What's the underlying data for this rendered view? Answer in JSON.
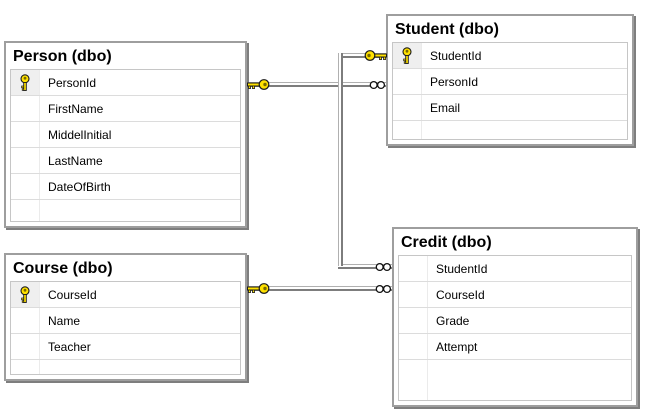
{
  "diagram": {
    "type": "database-er-diagram",
    "colors": {
      "table_border": "#9e9e9e",
      "table_shadow": "#7e7e7e",
      "grid_border": "#c6c6c6",
      "row_separator": "#dcdcdc",
      "key_fill": "#ffe100",
      "connector_dark": "#7d7d7d",
      "connector_light": "#b0b0b0",
      "background": "#ffffff"
    },
    "icons": {
      "primary_key": "key-icon",
      "one_end": "key-icon",
      "many_end": "infinity-icon"
    },
    "tables": [
      {
        "title": "Person (dbo)",
        "columns": [
          {
            "name": "PersonId",
            "pk": true
          },
          {
            "name": "FirstName",
            "pk": false
          },
          {
            "name": "MiddelInitial",
            "pk": false
          },
          {
            "name": "LastName",
            "pk": false
          },
          {
            "name": "DateOfBirth",
            "pk": false
          }
        ]
      },
      {
        "title": "Student (dbo)",
        "columns": [
          {
            "name": "StudentId",
            "pk": true
          },
          {
            "name": "PersonId",
            "pk": false
          },
          {
            "name": "Email",
            "pk": false
          }
        ]
      },
      {
        "title": "Course (dbo)",
        "columns": [
          {
            "name": "CourseId",
            "pk": true
          },
          {
            "name": "Name",
            "pk": false
          },
          {
            "name": "Teacher",
            "pk": false
          }
        ]
      },
      {
        "title": "Credit (dbo)",
        "columns": [
          {
            "name": "StudentId",
            "pk": false
          },
          {
            "name": "CourseId",
            "pk": false
          },
          {
            "name": "Grade",
            "pk": false
          },
          {
            "name": "Attempt",
            "pk": false
          }
        ]
      }
    ],
    "relationships": [
      {
        "one_side": "Person (dbo)",
        "many_side": "Student (dbo)"
      },
      {
        "one_side": "Student (dbo)",
        "many_side": "Credit (dbo)"
      },
      {
        "one_side": "Course (dbo)",
        "many_side": "Credit (dbo)"
      }
    ]
  }
}
